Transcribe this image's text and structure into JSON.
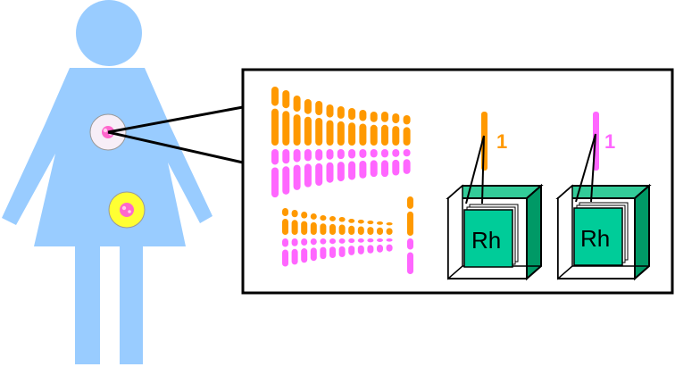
{
  "colors": {
    "body": "#99ccff",
    "maternal_chromosome": "#ff9900",
    "paternal_chromosome": "#ff66ff",
    "nucleus_cell_fill": "#f7eef7",
    "egg_cell_fill": "#ffff33",
    "nucleus_core": "#ff66cc",
    "book_cover": "#00cc99",
    "box_side": "#009966",
    "box_top": "#33cc99",
    "panel_border": "#000000"
  },
  "icons": {
    "figure": "woman-silhouette-icon",
    "body_cell": "cell-icon",
    "egg_cell": "egg-cell-icon",
    "box": "box-icon",
    "book": "book-icon"
  },
  "labels": {
    "gene_box_left": "Rh",
    "gene_box_right": "Rh",
    "chromosome_number_left": "1",
    "chromosome_number_right": "1"
  }
}
